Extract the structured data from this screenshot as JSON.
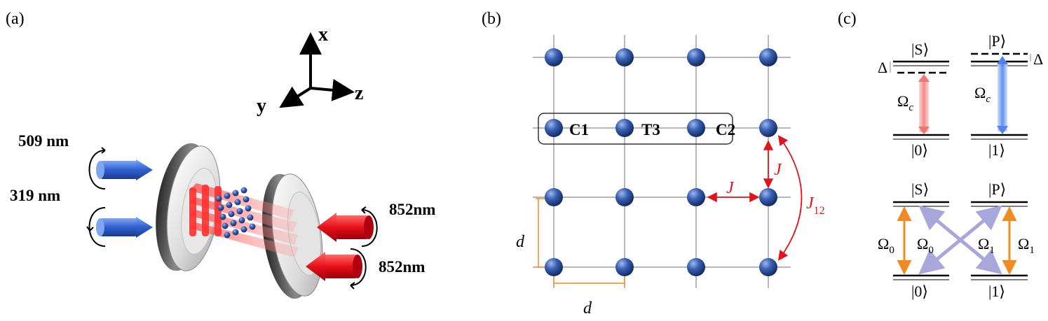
{
  "panel_a": {
    "label": "(a)",
    "axes": {
      "x": "x",
      "y": "y",
      "z": "z"
    },
    "beams": {
      "b509": "509 nm",
      "b319": "319 nm",
      "b852a": "852nm",
      "b852b": "852nm"
    }
  },
  "panel_b": {
    "label": "(b)",
    "qubits": {
      "c1": "C1",
      "t3": "T3",
      "c2": "C2"
    },
    "couplings": {
      "j_vertical": "J",
      "j_horizontal": "J",
      "j12_main": "J",
      "j12_sub": "12"
    },
    "spacing": {
      "d_vertical": "d",
      "d_horizontal": "d"
    }
  },
  "panel_c": {
    "label": "(c)",
    "top": {
      "left_state_top": "|S⟩",
      "right_state_top": "|P⟩",
      "left_state_bottom": "|0⟩",
      "right_state_bottom": "|1⟩",
      "delta_left": "Δ",
      "delta_right": "Δ",
      "omega_left_main": "Ω",
      "omega_left_sub": "c",
      "omega_right_main": "Ω",
      "omega_right_sub": "c"
    },
    "bottom": {
      "left_state_top": "|S⟩",
      "right_state_top": "|P⟩",
      "left_state_bottom": "|0⟩",
      "right_state_bottom": "|1⟩",
      "o1_main": "Ω",
      "o1_sub": "0",
      "o2_main": "Ω",
      "o2_sub": "0",
      "o3_main": "Ω",
      "o3_sub": "1",
      "o4_main": "Ω",
      "o4_sub": "1"
    }
  },
  "colors": {
    "atom": "#2a4f9c",
    "laser_red": "#e8101a",
    "laser_blue": "#2f5fcf",
    "coupling_red": "#e0141c",
    "orange": "#f08a22",
    "purple": "#a9a6dc",
    "light_red": "#f4a09a",
    "light_blue": "#5b8ff0"
  }
}
